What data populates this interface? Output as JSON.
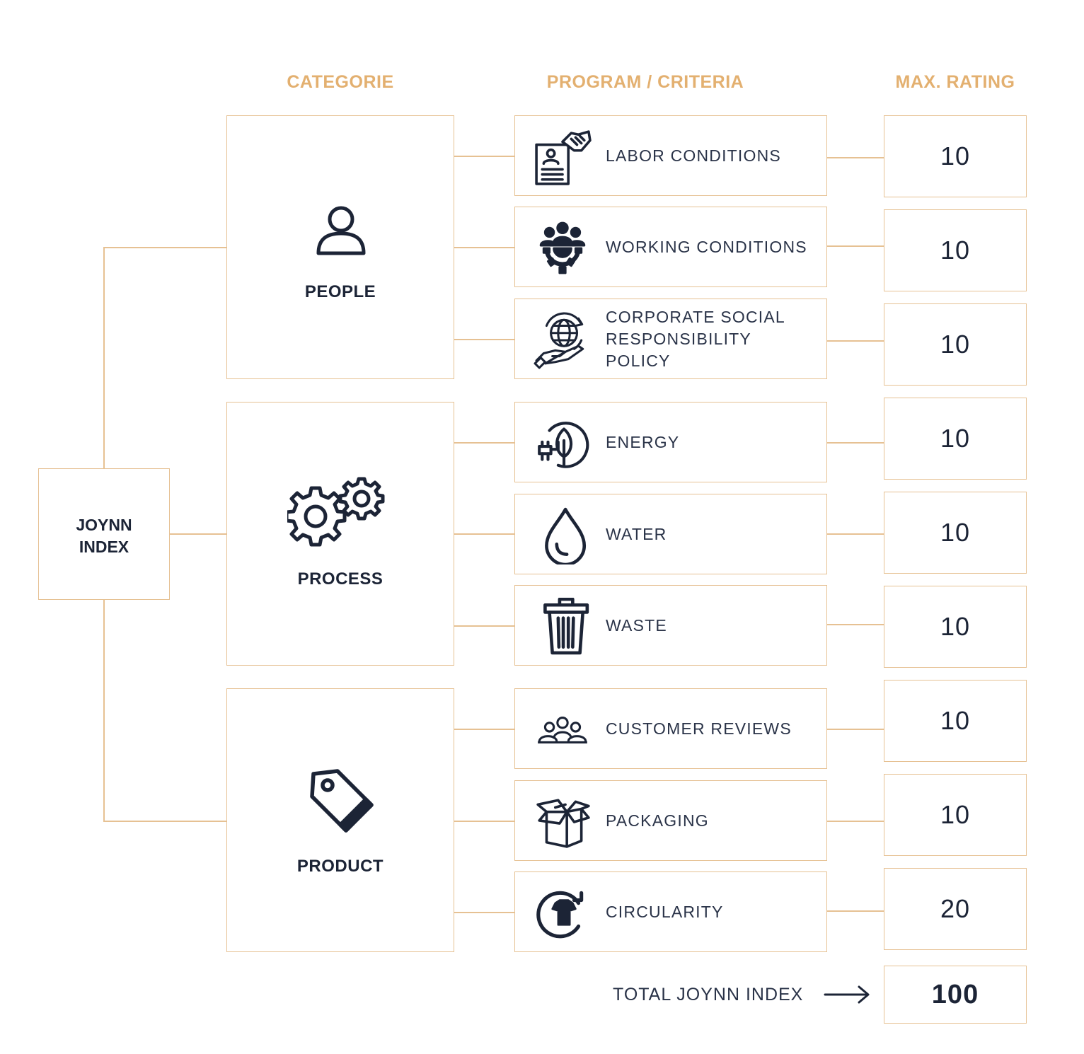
{
  "headers": {
    "category": "CATEGORIE",
    "criteria": "PROGRAM / CRITERIA",
    "rating": "MAX. RATING"
  },
  "root": {
    "line1": "JOYNN",
    "line2": "INDEX"
  },
  "categories": [
    {
      "label": "PEOPLE",
      "icon": "person-icon"
    },
    {
      "label": "PROCESS",
      "icon": "gears-icon"
    },
    {
      "label": "PRODUCT",
      "icon": "price-tag-icon"
    }
  ],
  "criteria": [
    {
      "label": "LABOR CONDITIONS",
      "icon": "contract-handshake-icon",
      "rating": "10"
    },
    {
      "label": "WORKING CONDITIONS",
      "icon": "team-gear-icon",
      "rating": "10"
    },
    {
      "label_line1": "CORPORATE SOCIAL",
      "label_line2": "RESPONSIBILITY POLICY",
      "icon": "globe-hand-icon",
      "rating": "10"
    },
    {
      "label": "ENERGY",
      "icon": "leaf-plug-icon",
      "rating": "10"
    },
    {
      "label": "WATER",
      "icon": "water-drop-icon",
      "rating": "10"
    },
    {
      "label": "WASTE",
      "icon": "trash-bin-icon",
      "rating": "10"
    },
    {
      "label": "CUSTOMER REVIEWS",
      "icon": "customers-icon",
      "rating": "10"
    },
    {
      "label": "PACKAGING",
      "icon": "open-box-icon",
      "rating": "10"
    },
    {
      "label": "CIRCULARITY",
      "icon": "recycle-shirt-icon",
      "rating": "20"
    }
  ],
  "total": {
    "label": "TOTAL JOYNN INDEX",
    "value": "100",
    "arrow_icon": "arrow-right-icon"
  },
  "colors": {
    "accent": "#e3b070",
    "border": "#e6c193",
    "ink": "#1c2436"
  }
}
